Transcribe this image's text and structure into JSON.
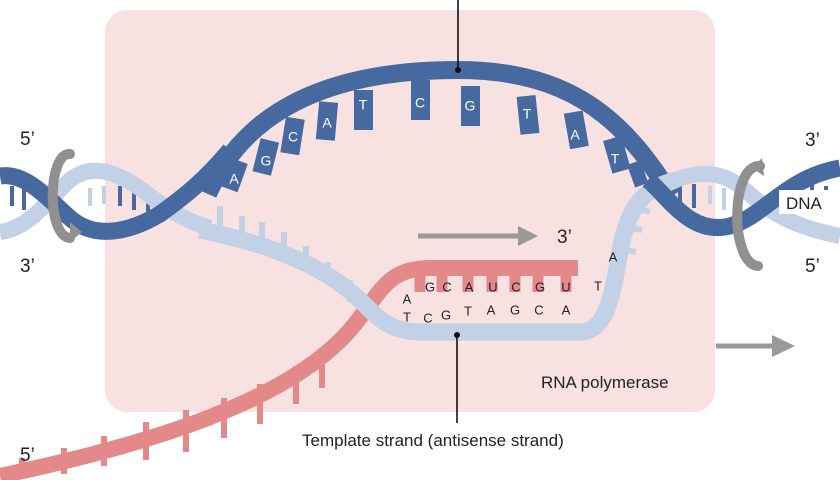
{
  "colors": {
    "polymerase_bg": "#f7e1e1",
    "coding_strand": "#46699f",
    "template_strand": "#c2d1e6",
    "rna": "#e3898a",
    "arrow": "#999999",
    "clamp": "#909090"
  },
  "labels": {
    "left_top_end": "5’",
    "left_bottom_end": "3’",
    "right_top_end": "3’",
    "right_bottom_end": "5’",
    "rna_end": "5’",
    "direction_end": "3’",
    "dna": "DNA",
    "polymerase": "RNA polymerase",
    "template_strand": "Template strand (antisense strand)"
  },
  "coding_bases": [
    "A",
    "G",
    "C",
    "A",
    "T",
    "C",
    "G",
    "T",
    "A",
    "T"
  ],
  "rna_bases": [
    "A",
    "G",
    "C",
    "A",
    "U",
    "C",
    "G",
    "U"
  ],
  "template_bases": [
    "T",
    "C",
    "G",
    "T",
    "A",
    "G",
    "C",
    "A"
  ],
  "template_extra_bases": [
    "T",
    "A"
  ],
  "icons": [
    "direction-arrow-icon",
    "movement-arrow-icon",
    "rotation-clamp-icon"
  ]
}
